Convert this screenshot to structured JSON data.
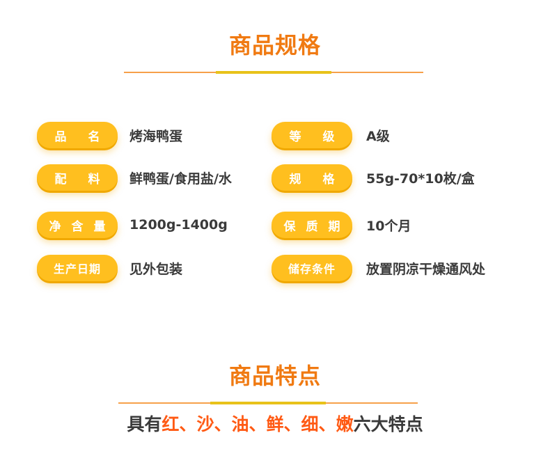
{
  "spec_section": {
    "title": "商品规格"
  },
  "specs": [
    {
      "label_chars": [
        "品",
        "名"
      ],
      "value": "烤海鸭蛋"
    },
    {
      "label_chars": [
        "等",
        "级"
      ],
      "value": "A级"
    },
    {
      "label_chars": [
        "配",
        "料"
      ],
      "value": "鲜鸭蛋/食用盐/水"
    },
    {
      "label_chars": [
        "规",
        "格"
      ],
      "value": "55g-70*10枚/盒"
    },
    {
      "label_chars": [
        "净",
        "含",
        "量"
      ],
      "value": "1200g-1400g"
    },
    {
      "label_chars": [
        "保",
        "质",
        "期"
      ],
      "value": "10个月"
    },
    {
      "label": "生产日期",
      "value": "见外包装"
    },
    {
      "label": "储存条件",
      "value": "放置阴凉干燥通风处"
    }
  ],
  "features_section": {
    "title": "商品特点"
  },
  "features": {
    "prefix": "具有",
    "items": [
      "红",
      "沙",
      "油",
      "鲜",
      "细",
      "嫩"
    ],
    "separator": "、",
    "suffix": "六大特点"
  },
  "colors": {
    "title": "#f07a12",
    "pill": "#ffbf1f",
    "pill_shadow": "#f0a800",
    "divider": "#f6a04a",
    "divider_accent": "#e8c21a",
    "highlight": "#ff5a14",
    "text": "#3a3a3a"
  }
}
